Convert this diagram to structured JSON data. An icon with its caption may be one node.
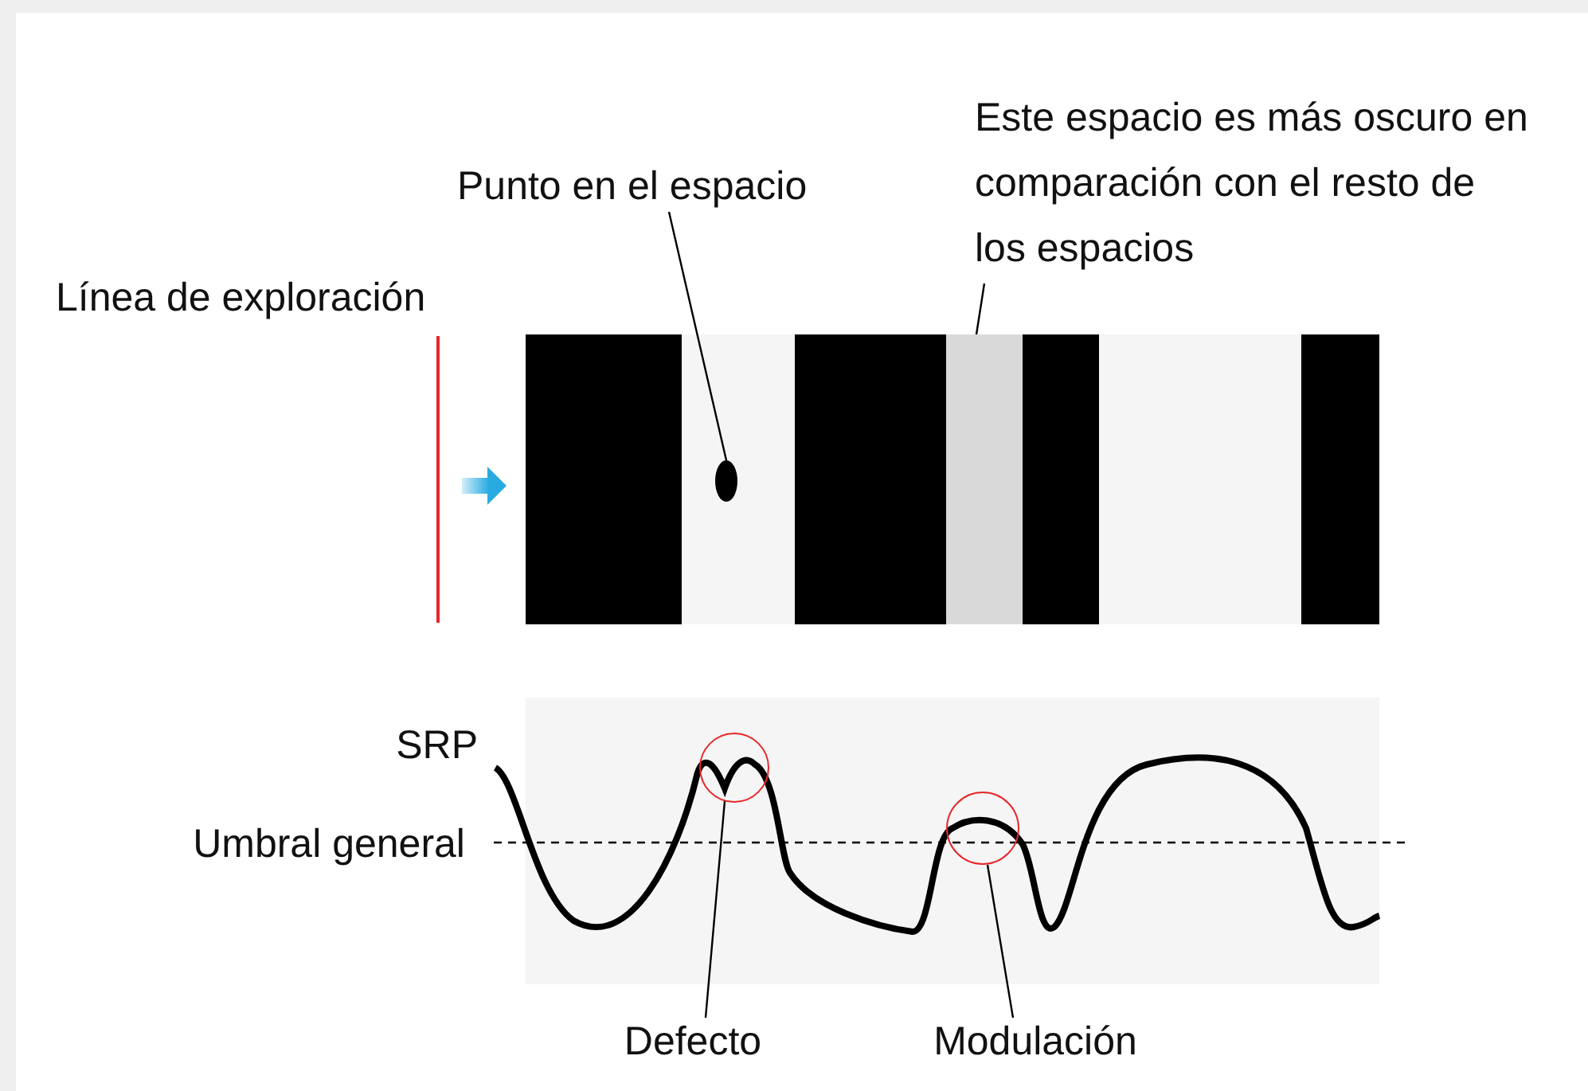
{
  "diagram": {
    "nodes": [
      {
        "text": [
          "Punto en el espacio"
        ]
      },
      {
        "text": [],
        "shape": "circle"
      },
      {
        "text": [
          "Este espacio es más oscuro en comparación con el resto de los espacios"
        ]
      },
      {
        "text": [],
        "shape": "bar"
      },
      {
        "text": [
          "Defecto"
        ]
      },
      {
        "text": [],
        "shape": "circle"
      },
      {
        "text": [
          "Modulación"
        ]
      },
      {
        "text": [],
        "shape": "circle"
      }
    ],
    "edges": [
      {
        "from": 0,
        "to": 1,
        "arrow": "none"
      },
      {
        "from": 2,
        "to": 3,
        "arrow": "none"
      },
      {
        "from": 4,
        "to": 5,
        "arrow": "none"
      },
      {
        "from": 6,
        "to": 7,
        "arrow": "none"
      }
    ],
    "labels": [
      "Línea de exploración",
      "SRP",
      "Umbral general"
    ]
  }
}
